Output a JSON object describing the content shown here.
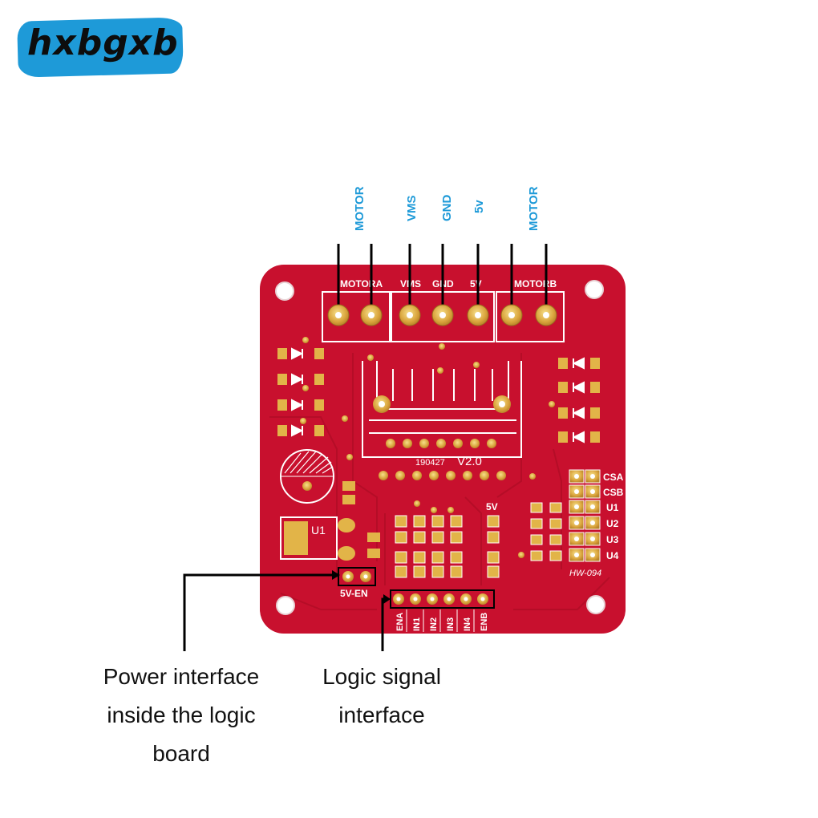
{
  "logo": {
    "text": "hxbgxb"
  },
  "pin_labels_blue": {
    "motor_a": "MOTOR",
    "vms": "VMS",
    "gnd": "GND",
    "v5": "5v",
    "motor_b": "MOTOR"
  },
  "board": {
    "terminal_labels": {
      "motor_a": "MOTORA",
      "vms": "VMS",
      "gnd": "GND",
      "v5": "5V",
      "motor_b": "MOTORB"
    },
    "date_code": "190427",
    "version": "V2.0",
    "right_header_labels": [
      "CSA",
      "CSB",
      "U1",
      "U2",
      "U3",
      "U4"
    ],
    "model": "HW-094",
    "mid_label_5v": "5V",
    "chip_label": "U1",
    "enable_jumper_label": "5V-EN",
    "logic_pins": [
      "ENA",
      "IN1",
      "IN2",
      "IN3",
      "IN4",
      "ENB"
    ]
  },
  "callouts": {
    "power_lines": [
      "Power interface",
      "inside the logic",
      "board"
    ],
    "logic_lines": [
      "Logic signal",
      "interface"
    ]
  },
  "colors": {
    "pcb": "#c8102e",
    "pad": "#e2b448",
    "silk": "#ffffff",
    "accent_blue": "#1e9ad8"
  }
}
